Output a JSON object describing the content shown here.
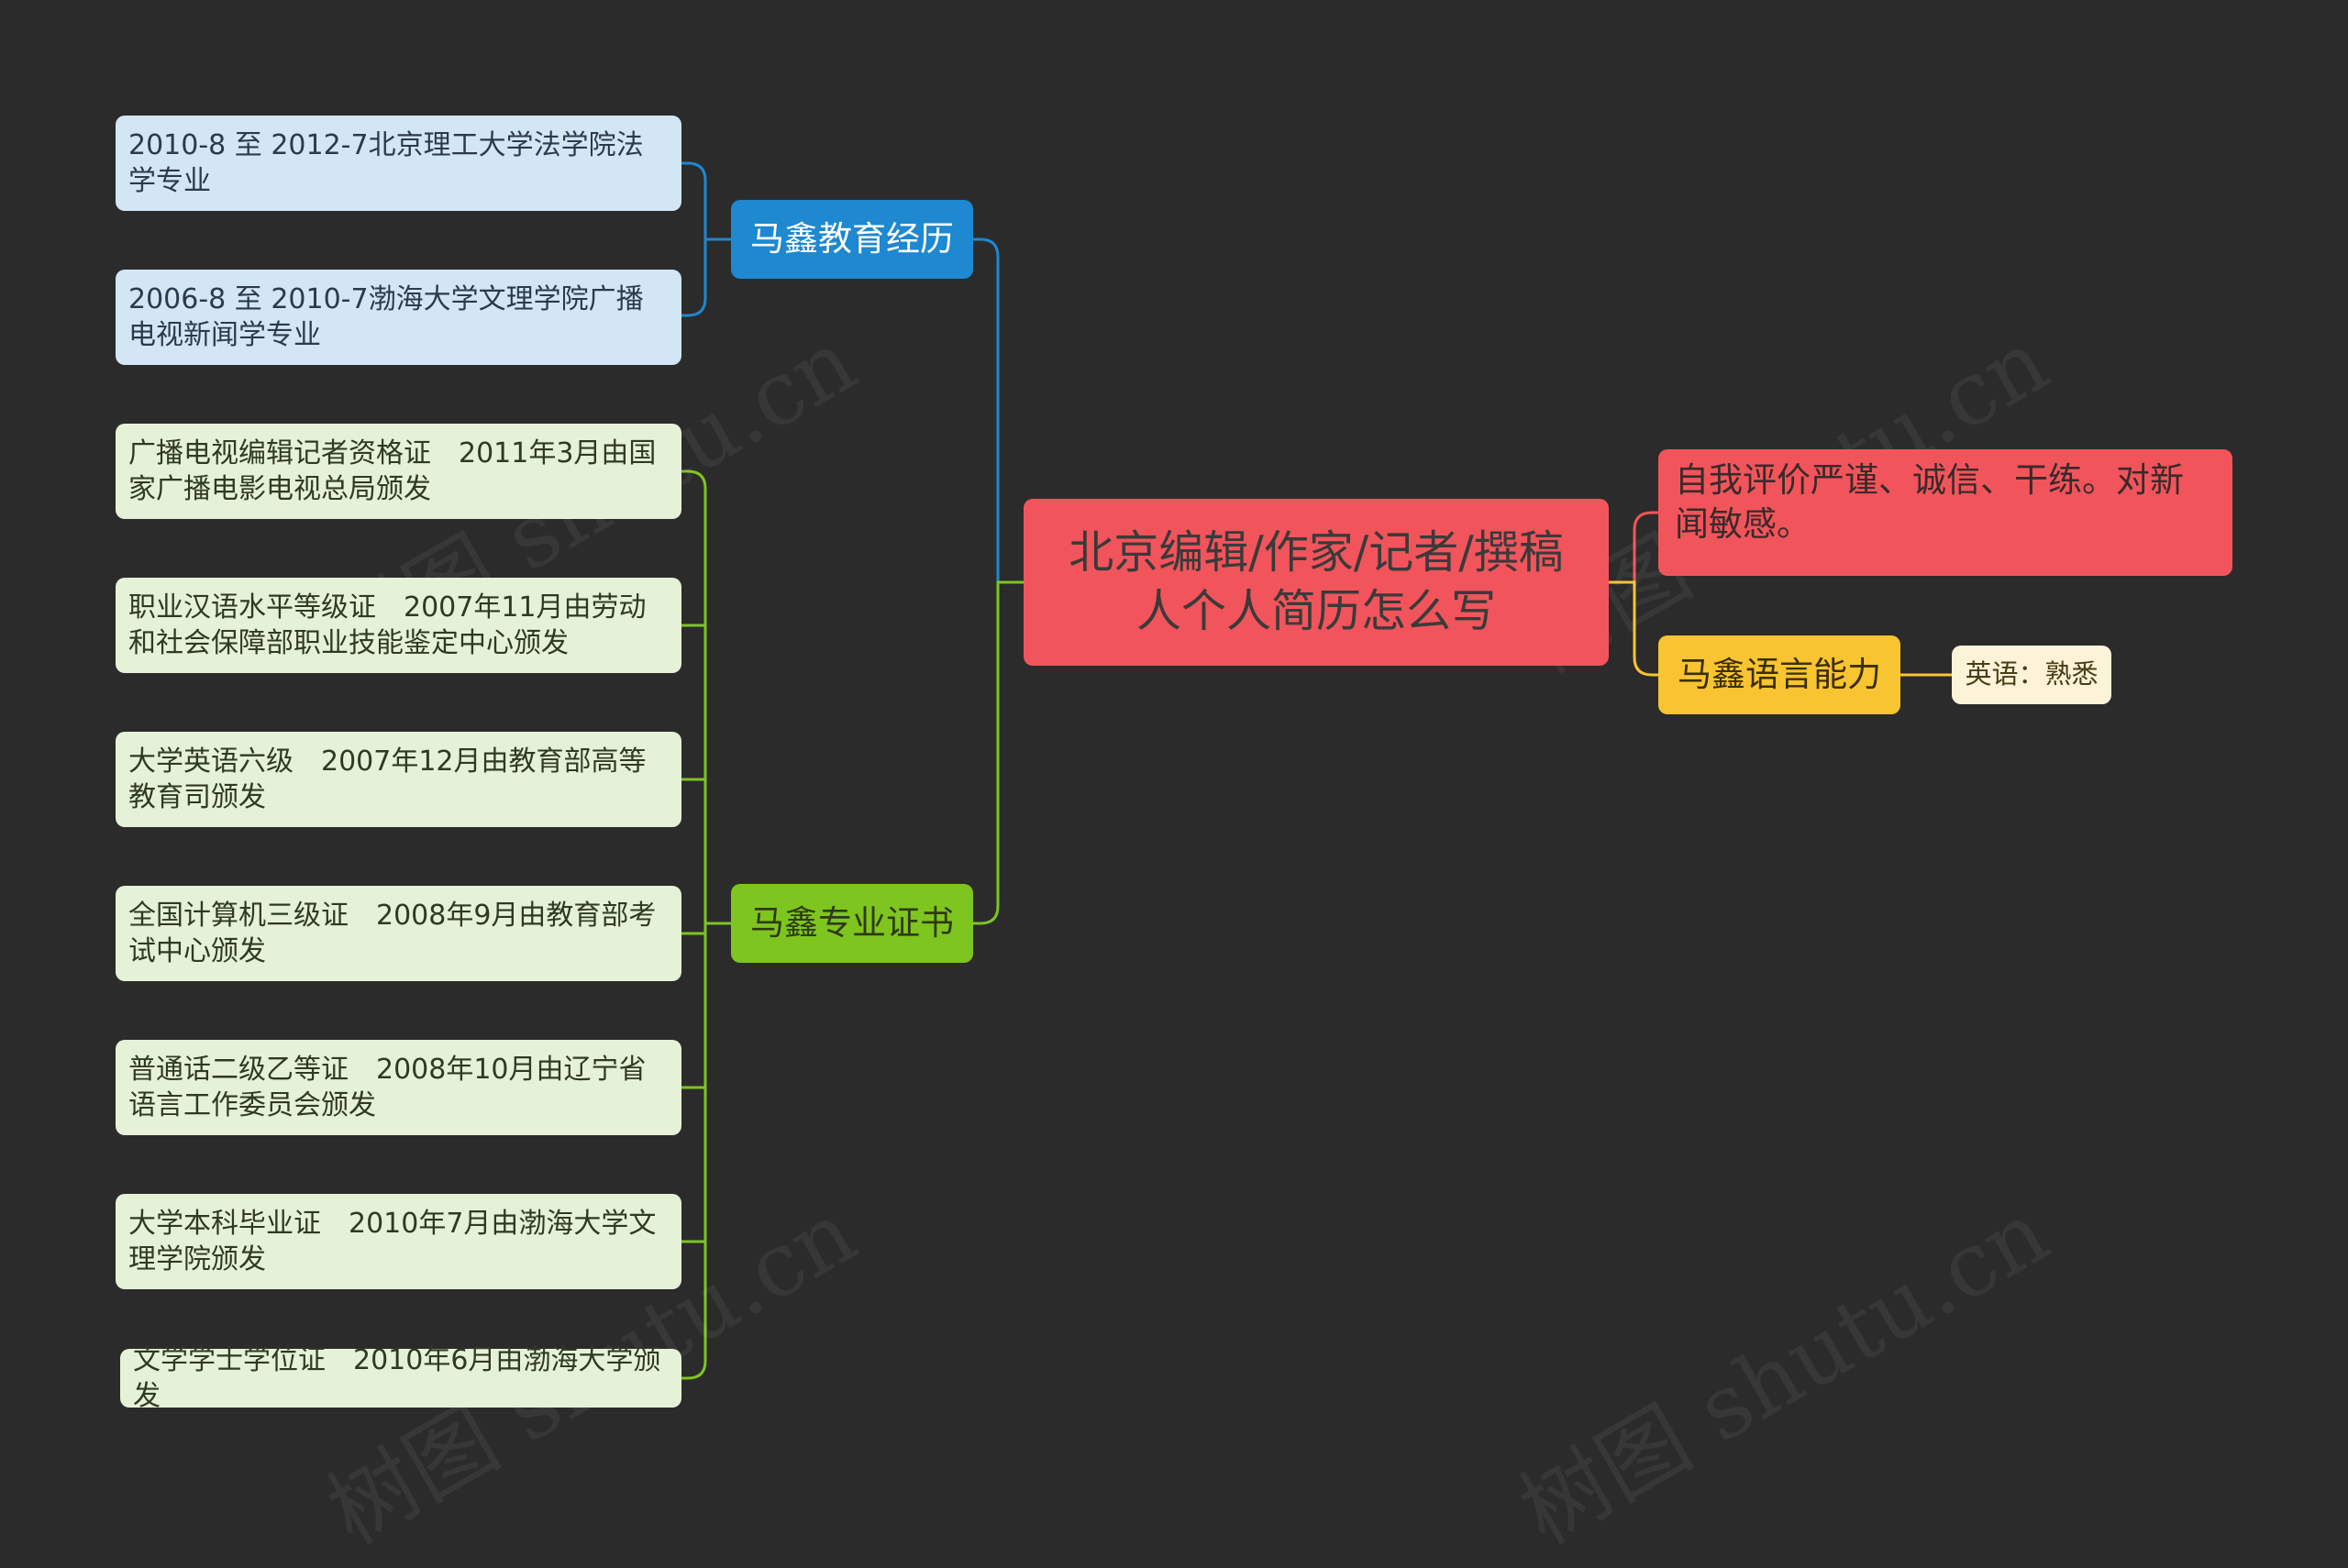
{
  "root": {
    "title": "北京编辑/作家/记者/撰稿人个人简历怎么写"
  },
  "branches": {
    "education": {
      "label": "马鑫教育经历",
      "items": [
        "2010-8 至 2012-7北京理工大学法学院法学专业",
        "2006-8 至 2010-7渤海大学文理学院广播电视新闻学专业"
      ]
    },
    "certificates": {
      "label": "马鑫专业证书",
      "items": [
        "广播电视编辑记者资格证　2011年3月由国家广播电影电视总局颁发",
        "职业汉语水平等级证　2007年11月由劳动和社会保障部职业技能鉴定中心颁发",
        "大学英语六级　2007年12月由教育部高等教育司颁发",
        "全国计算机三级证　2008年9月由教育部考试中心颁发",
        "普通话二级乙等证　2008年10月由辽宁省语言工作委员会颁发",
        "大学本科毕业证　2010年7月由渤海大学文理学院颁发",
        "文学学士学位证　2010年6月由渤海大学颁发"
      ]
    },
    "self_evaluation": {
      "text": "自我评价严谨、诚信、干练。对新闻敏感。"
    },
    "language": {
      "label": "马鑫语言能力",
      "items": [
        "英语：熟悉"
      ]
    }
  },
  "watermark": "树图 shutu.cn",
  "colors": {
    "background": "#2b2b2b",
    "root": "#f2545b",
    "education": "#1e88d0",
    "certificates": "#7ec51f",
    "language": "#f8c431",
    "self_evaluation": "#f2545b"
  }
}
